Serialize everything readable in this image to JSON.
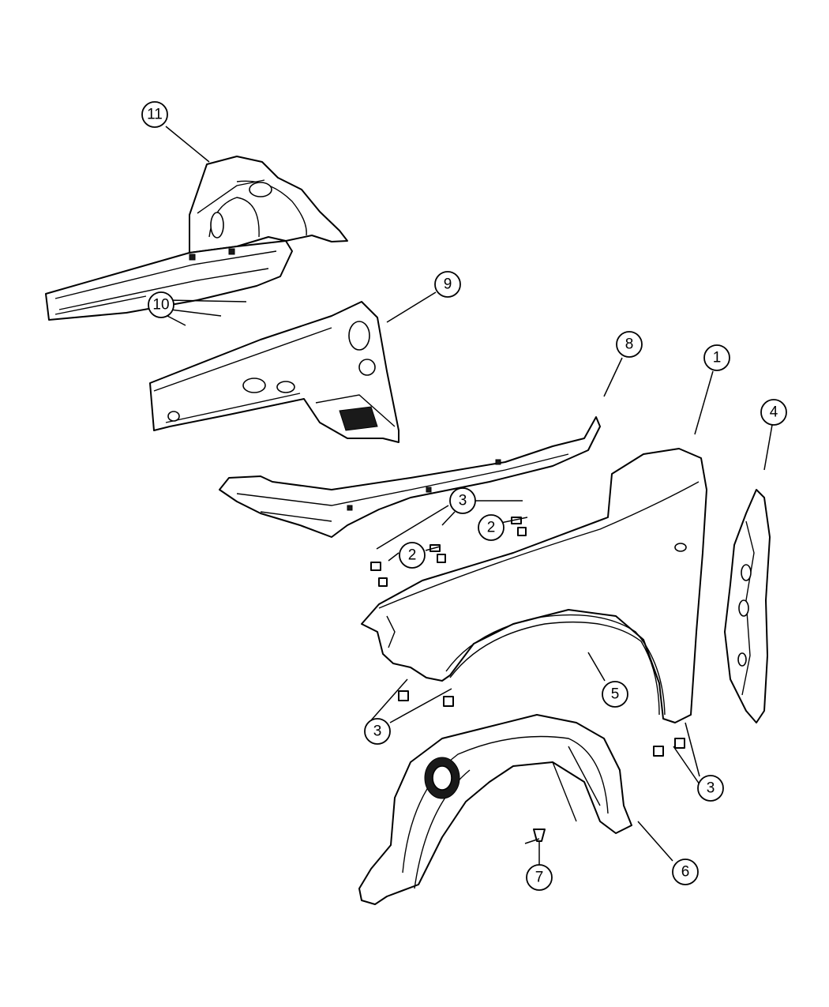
{
  "callouts": [
    {
      "id": "c1",
      "label": "1"
    },
    {
      "id": "c2a",
      "label": "2"
    },
    {
      "id": "c2b",
      "label": "2"
    },
    {
      "id": "c3a",
      "label": "3"
    },
    {
      "id": "c3b",
      "label": "3"
    },
    {
      "id": "c3c",
      "label": "3"
    },
    {
      "id": "c4",
      "label": "4"
    },
    {
      "id": "c5",
      "label": "5"
    },
    {
      "id": "c6",
      "label": "6"
    },
    {
      "id": "c7",
      "label": "7"
    },
    {
      "id": "c8",
      "label": "8"
    },
    {
      "id": "c9",
      "label": "9"
    },
    {
      "id": "c10",
      "label": "10"
    },
    {
      "id": "c11",
      "label": "11"
    }
  ]
}
